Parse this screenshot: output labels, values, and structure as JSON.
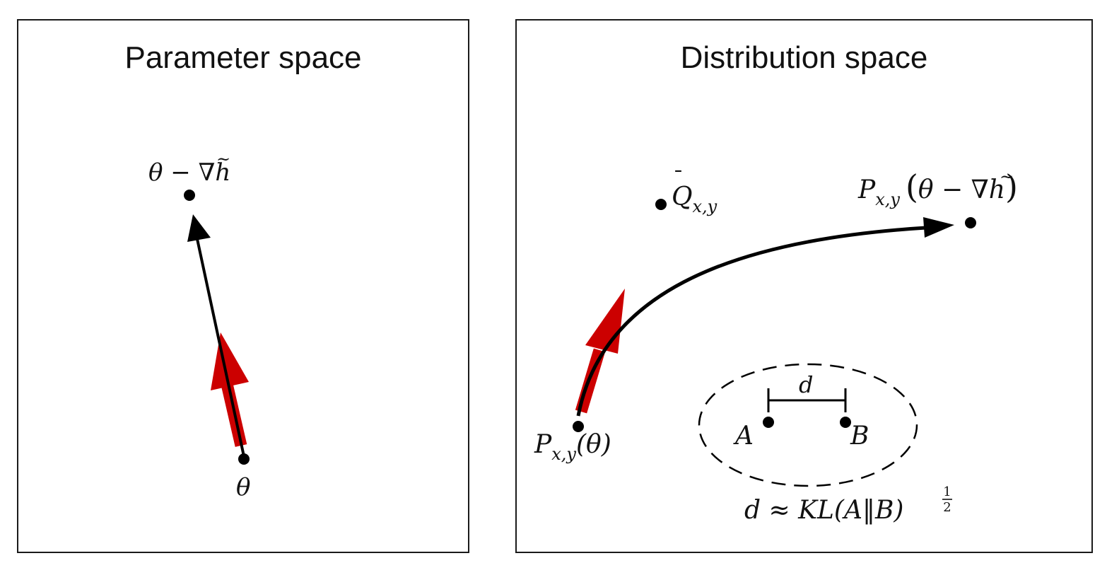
{
  "left_panel": {
    "title": "Parameter space",
    "labels": {
      "target": {
        "pre": "θ − ",
        "sym": "∇",
        "post": "h",
        "tilde": "~"
      },
      "origin": "θ"
    }
  },
  "right_panel": {
    "title": "Distribution space",
    "labels": {
      "q": {
        "base": "Q",
        "bar": "¯",
        "sub": "x,y"
      },
      "p_target": {
        "base": "P",
        "sub": "x,y",
        "open": "(",
        "pre": "θ − ",
        "sym": "∇",
        "post": "h",
        "close": ")",
        "tilde": "~"
      },
      "p_origin": {
        "base": "P",
        "sub": "x,y",
        "arg": "(θ)"
      },
      "point_a": "A",
      "point_b": "B",
      "distance": "d",
      "formula": {
        "pre": "d ≈ KL(A‖B)",
        "exp_num": "1",
        "exp_den": "2"
      }
    }
  },
  "colors": {
    "red_arrow": "#cc0000",
    "black": "#000000",
    "frame": "#1a1a1a"
  }
}
